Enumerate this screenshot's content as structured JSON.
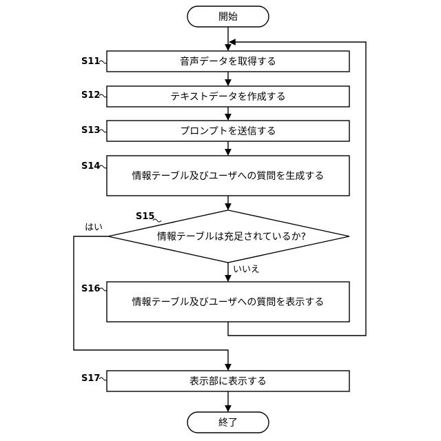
{
  "terminals": {
    "start": "開始",
    "end": "終了"
  },
  "steps": {
    "s11": {
      "id": "S11",
      "text": "音声データを取得する"
    },
    "s12": {
      "id": "S12",
      "text": "テキストデータを作成する"
    },
    "s13": {
      "id": "S13",
      "text": "プロンプトを送信する"
    },
    "s14": {
      "id": "S14",
      "text": "情報テーブル及びユーザへの質問を生成する"
    },
    "s15": {
      "id": "S15",
      "text": "情報テーブルは充足されているか?"
    },
    "s16": {
      "id": "S16",
      "text": "情報テーブル及びユーザへの質問を表示する"
    },
    "s17": {
      "id": "S17",
      "text": "表示部に表示する"
    }
  },
  "branches": {
    "yes": "はい",
    "no": "いいえ"
  }
}
